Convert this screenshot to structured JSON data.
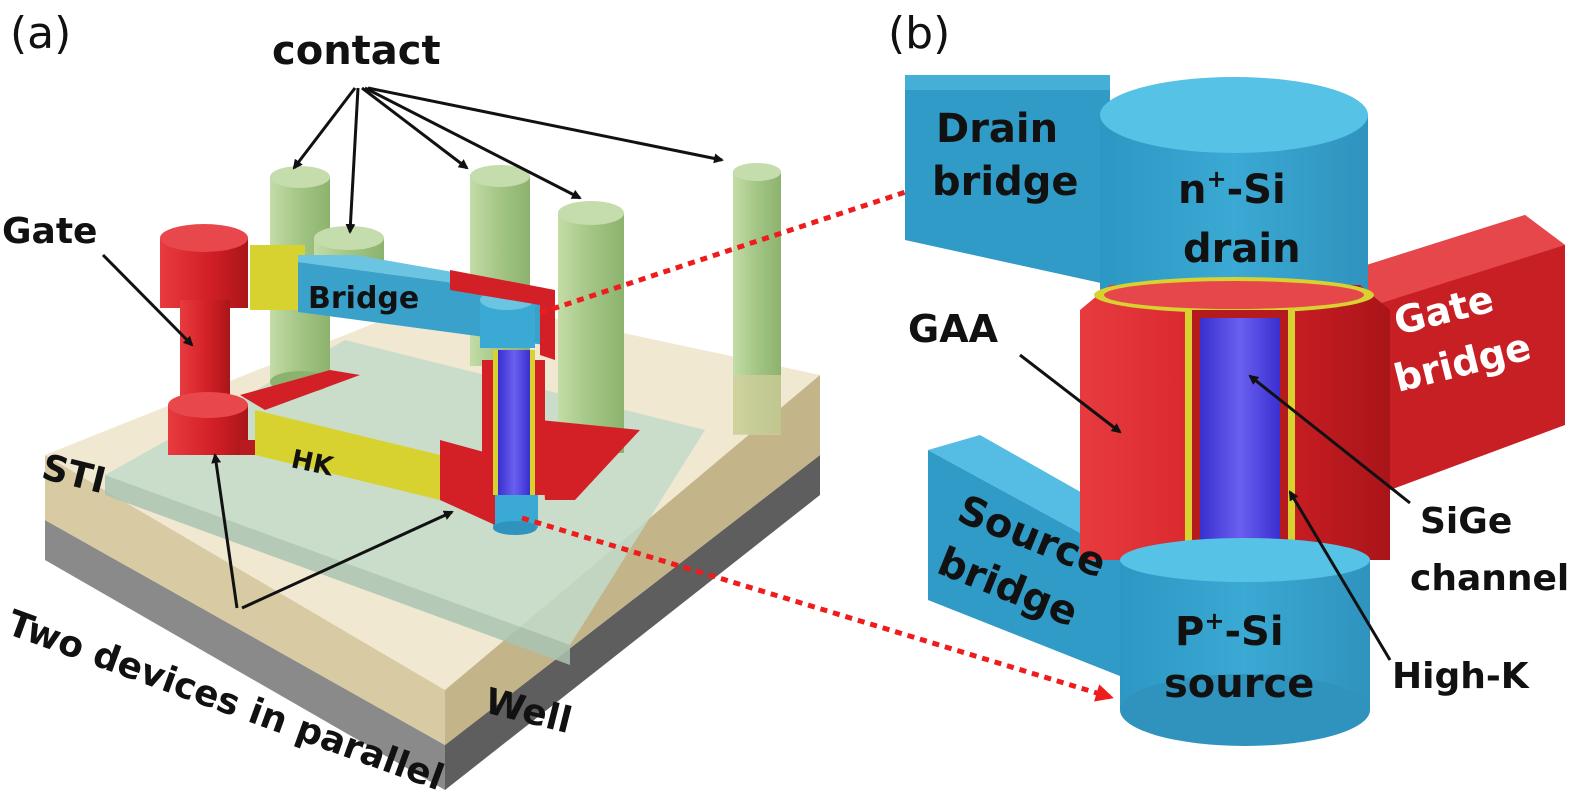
{
  "panel_a": {
    "label": "(a)",
    "contact": "contact",
    "gate": "Gate",
    "bridge": "Bridge",
    "hk": "HK",
    "sti": "STI",
    "well": "Well",
    "two_devices": "Two  devices  in  parallel"
  },
  "panel_b": {
    "label": "(b)",
    "drain_bridge_1": "Drain",
    "drain_bridge_2": "bridge",
    "drain_1": "n",
    "drain_sup": "+",
    "drain_2": "-Si",
    "drain_3": "drain",
    "gate_bridge_1": "Gate",
    "gate_bridge_2": "bridge",
    "gaa": "GAA",
    "source_bridge_1": "Source",
    "source_bridge_2": "bridge",
    "source_1": "P",
    "source_sup": "+",
    "source_2": "-Si",
    "source_3": "source",
    "sige_1": "SiGe",
    "sige_2": "channel",
    "highk": "High-K"
  },
  "colors": {
    "contact_green": "#a9c98a",
    "gate_red": "#d8262c",
    "bridge_blue": "#3aa7cf",
    "hk_yellow": "#d8d230",
    "channel_purple": "#5a4fe0",
    "sti_tan": "#e9dfc3",
    "well_gray": "#6d6d6d",
    "arrow_red": "#ee1c1c"
  }
}
